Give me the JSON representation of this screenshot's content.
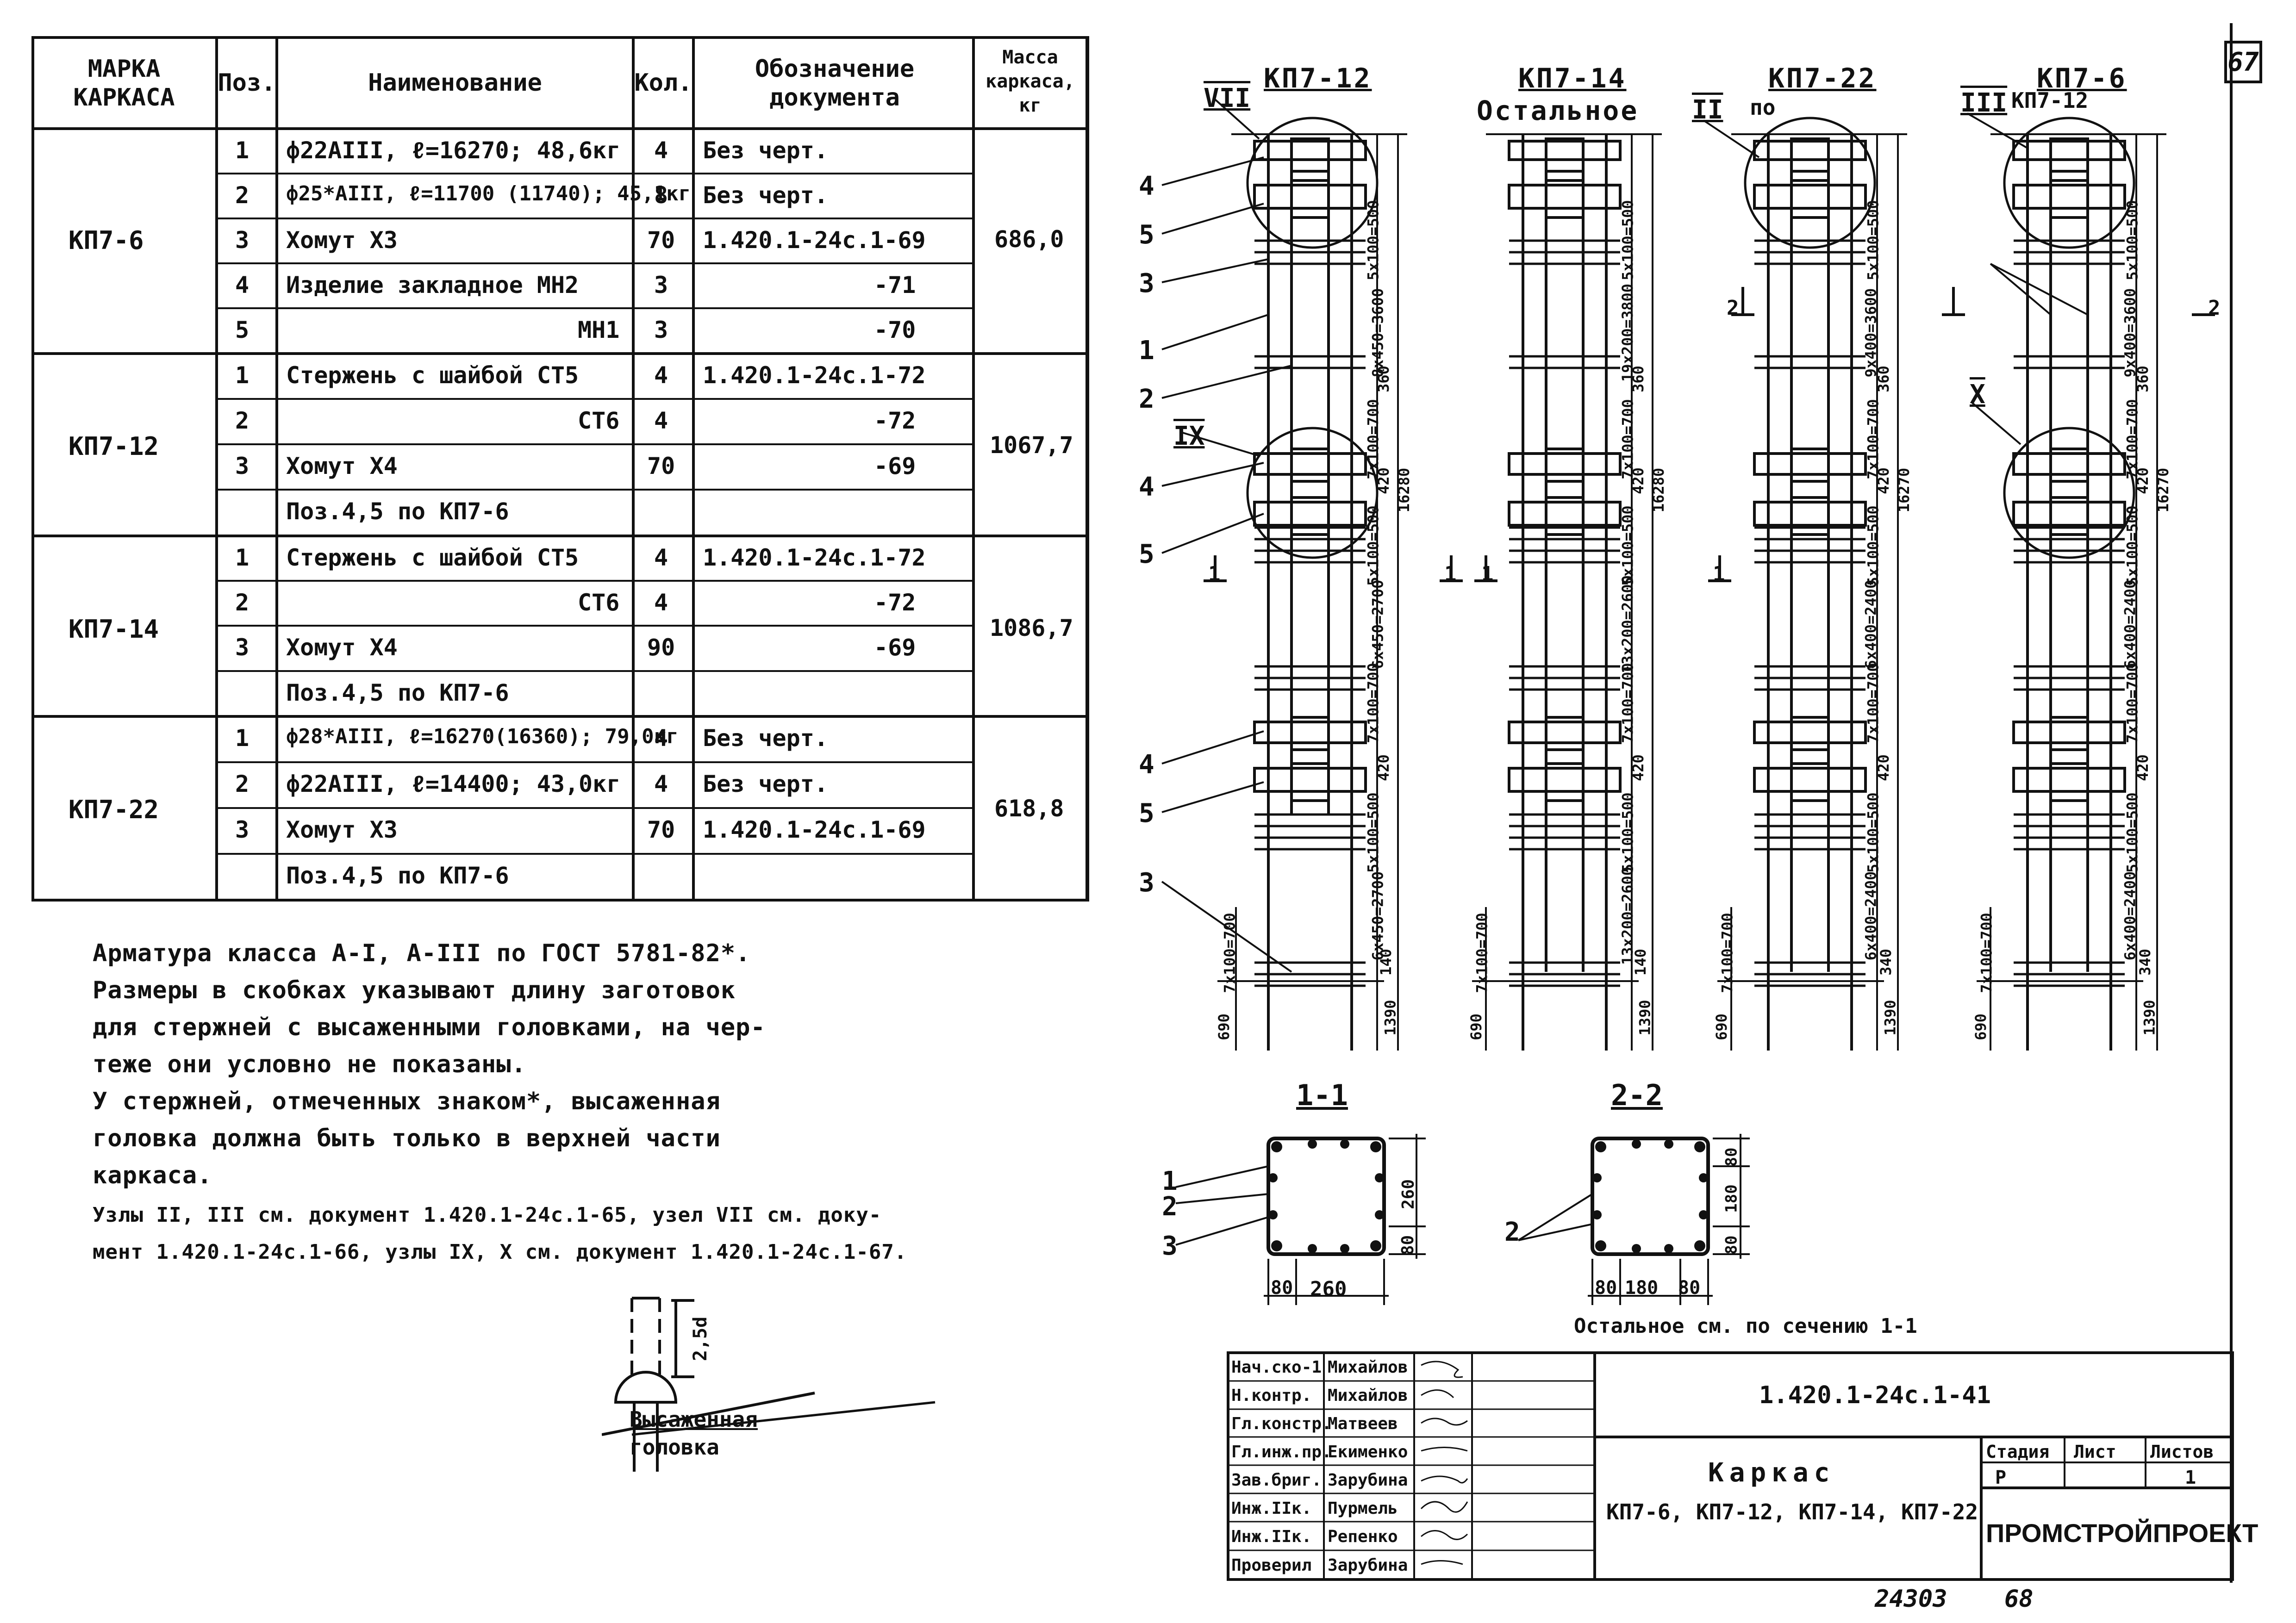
{
  "sheet_number": "67",
  "spec_table": {
    "headers": {
      "mark": "МАРКА КАРКАСА",
      "pos": "Поз.",
      "name": "Наименование",
      "qty": "Кол.",
      "doc": "Обозначение документа",
      "mass": "Масса каркаса, кг"
    },
    "groups": [
      {
        "mark": "КП7-6",
        "mass": "686,0",
        "rows": [
          {
            "pos": "1",
            "name": "ф22АIII, ℓ=16270; 48,6кг",
            "qty": "4",
            "doc": "Без черт."
          },
          {
            "pos": "2",
            "name": "ф25*АIII, ℓ=11700 (11740); 45,1кг",
            "qty": "8",
            "doc": "Без черт."
          },
          {
            "pos": "3",
            "name": "Хомут Х3",
            "qty": "70",
            "doc": "1.420.1-24с.1-69"
          },
          {
            "pos": "4",
            "name": "Изделие закладное МН2",
            "qty": "3",
            "doc": "-71"
          },
          {
            "pos": "5",
            "name": "МН1",
            "qty": "3",
            "doc": "-70"
          }
        ]
      },
      {
        "mark": "КП7-12",
        "mass": "1067,7",
        "rows": [
          {
            "pos": "1",
            "name": "Стержень с шайбой СТ5",
            "qty": "4",
            "doc": "1.420.1-24с.1-72"
          },
          {
            "pos": "2",
            "name": "СТ6",
            "qty": "4",
            "doc": "-72"
          },
          {
            "pos": "3",
            "name": "Хомут Х4",
            "qty": "70",
            "doc": "-69"
          },
          {
            "pos": "",
            "name": "Поз.4,5 по КП7-6",
            "qty": "",
            "doc": ""
          }
        ]
      },
      {
        "mark": "КП7-14",
        "mass": "1086,7",
        "rows": [
          {
            "pos": "1",
            "name": "Стержень с шайбой СТ5",
            "qty": "4",
            "doc": "1.420.1-24с.1-72"
          },
          {
            "pos": "2",
            "name": "СТ6",
            "qty": "4",
            "doc": "-72"
          },
          {
            "pos": "3",
            "name": "Хомут Х4",
            "qty": "90",
            "doc": "-69"
          },
          {
            "pos": "",
            "name": "Поз.4,5 по КП7-6",
            "qty": "",
            "doc": ""
          }
        ]
      },
      {
        "mark": "КП7-22",
        "mass": "618,8",
        "rows": [
          {
            "pos": "1",
            "name": "ф28*АIII, ℓ=16270(16360); 79,0кг",
            "qty": "4",
            "doc": "Без черт."
          },
          {
            "pos": "2",
            "name": "ф22АIII, ℓ=14400; 43,0кг",
            "qty": "4",
            "doc": "Без черт."
          },
          {
            "pos": "3",
            "name": "Хомут Х3",
            "qty": "70",
            "doc": "1.420.1-24с.1-69"
          },
          {
            "pos": "",
            "name": "Поз.4,5 по КП7-6",
            "qty": "",
            "doc": ""
          }
        ]
      }
    ]
  },
  "notes": [
    "Арматура класса А-I, А-III по ГОСТ 5781-82*.",
    "Размеры в скобках указывают длину заготовок",
    "для стержней с высаженными головками, на чер-",
    "теже они условно не показаны.",
    "У стержней, отмеченных знаком*, высаженная",
    "головка должна быть только в верхней части",
    "каркаса.",
    "Узлы II, III см. документ 1.420.1-24с.1-65, узел VII см. доку-",
    "мент 1.420.1-24с.1-66, узлы IX, X см. документ 1.420.1-24с.1-67."
  ],
  "head_detail": {
    "label_line1": "Высаженная",
    "label_line2": "головка",
    "dim": "2,5d"
  },
  "elevations": [
    {
      "title": "КП7-12",
      "node_top": "VII",
      "node_mid": "IX"
    },
    {
      "title": "КП7-14",
      "subtitle": "Остальное",
      "node_ref": "II",
      "subtitle2": "по"
    },
    {
      "title": "КП7-22"
    },
    {
      "title": "КП7-6",
      "node_top": "III",
      "node_ref_text": "КП7-12",
      "node_mid": "X"
    }
  ],
  "callouts": [
    "4",
    "5",
    "3",
    "1",
    "2",
    "4",
    "5",
    "4",
    "5",
    "3"
  ],
  "section_marks": [
    "1",
    "1",
    "1",
    "1",
    "2",
    "2"
  ],
  "dims_kp712": [
    "5x100=500",
    "8x450=3600",
    "360",
    "7x100=700",
    "420",
    "16280",
    "5x100=500",
    "6x450=2700",
    "7x100=700",
    "420",
    "5x100=500",
    "6x450=2700",
    "140",
    "1390",
    "690",
    "7x100=700"
  ],
  "dims_kp714": [
    "5x100=500",
    "19x200=3800",
    "360",
    "7x100=700",
    "420",
    "16280",
    "5x100=500",
    "13x200=2600",
    "7x100=700",
    "420",
    "5x100=500",
    "13x200=2600",
    "140",
    "1390",
    "690",
    "7x100=700"
  ],
  "dims_kp722": [
    "5x100=500",
    "9x400=3600",
    "360",
    "7x100=700",
    "420",
    "16270",
    "5x100=500",
    "6x400=2400",
    "7x100=700",
    "420",
    "5x100=500",
    "6x400=2400",
    "340",
    "1390",
    "690",
    "7x100=700"
  ],
  "dims_kp76": [
    "5x100=500",
    "9x400=3600",
    "360",
    "7x100=700",
    "420",
    "16270",
    "5x100=500",
    "6x400=2400",
    "7x100=700",
    "420",
    "5x100=500",
    "6x400=2400",
    "340",
    "1390",
    "690",
    "7x100=700"
  ],
  "sections": {
    "s11": {
      "title": "1-1",
      "dims": [
        "260",
        "80",
        "80",
        "260"
      ],
      "labels": [
        "1",
        "2",
        "3"
      ]
    },
    "s22": {
      "title": "2-2",
      "dims": [
        "80",
        "180",
        "80",
        "80",
        "180",
        "80"
      ],
      "labels": [
        "2"
      ]
    },
    "note": "Остальное см. по сечению 1-1"
  },
  "title_block": {
    "doc_code": "1.420.1-24с.1-41",
    "signatures": [
      {
        "role": "Нач.ско-1",
        "name": "Михайлов"
      },
      {
        "role": "Н.контр.",
        "name": "Михайлов"
      },
      {
        "role": "Гл.констр.",
        "name": "Матвеев"
      },
      {
        "role": "Гл.инж.пр.",
        "name": "Екименко"
      },
      {
        "role": "Зав.бриг.",
        "name": "Зарубина"
      },
      {
        "role": "Инж.IIк.",
        "name": "Пурмель"
      },
      {
        "role": "Инж.IIк.",
        "name": "Репенко"
      },
      {
        "role": "Проверил",
        "name": "Зарубина"
      }
    ],
    "name_line1": "Каркас",
    "name_line2": "КП7-6, КП7-12, КП7-14, КП7-22",
    "stage_label": "Стадия",
    "sheet_label": "Лист",
    "sheets_label": "Листов",
    "stage": "Р",
    "sheet": "",
    "sheets": "1",
    "org": "ПРОМСТРОЙПРОЕКТ"
  },
  "footer": {
    "inv": "24303",
    "page": "68"
  }
}
